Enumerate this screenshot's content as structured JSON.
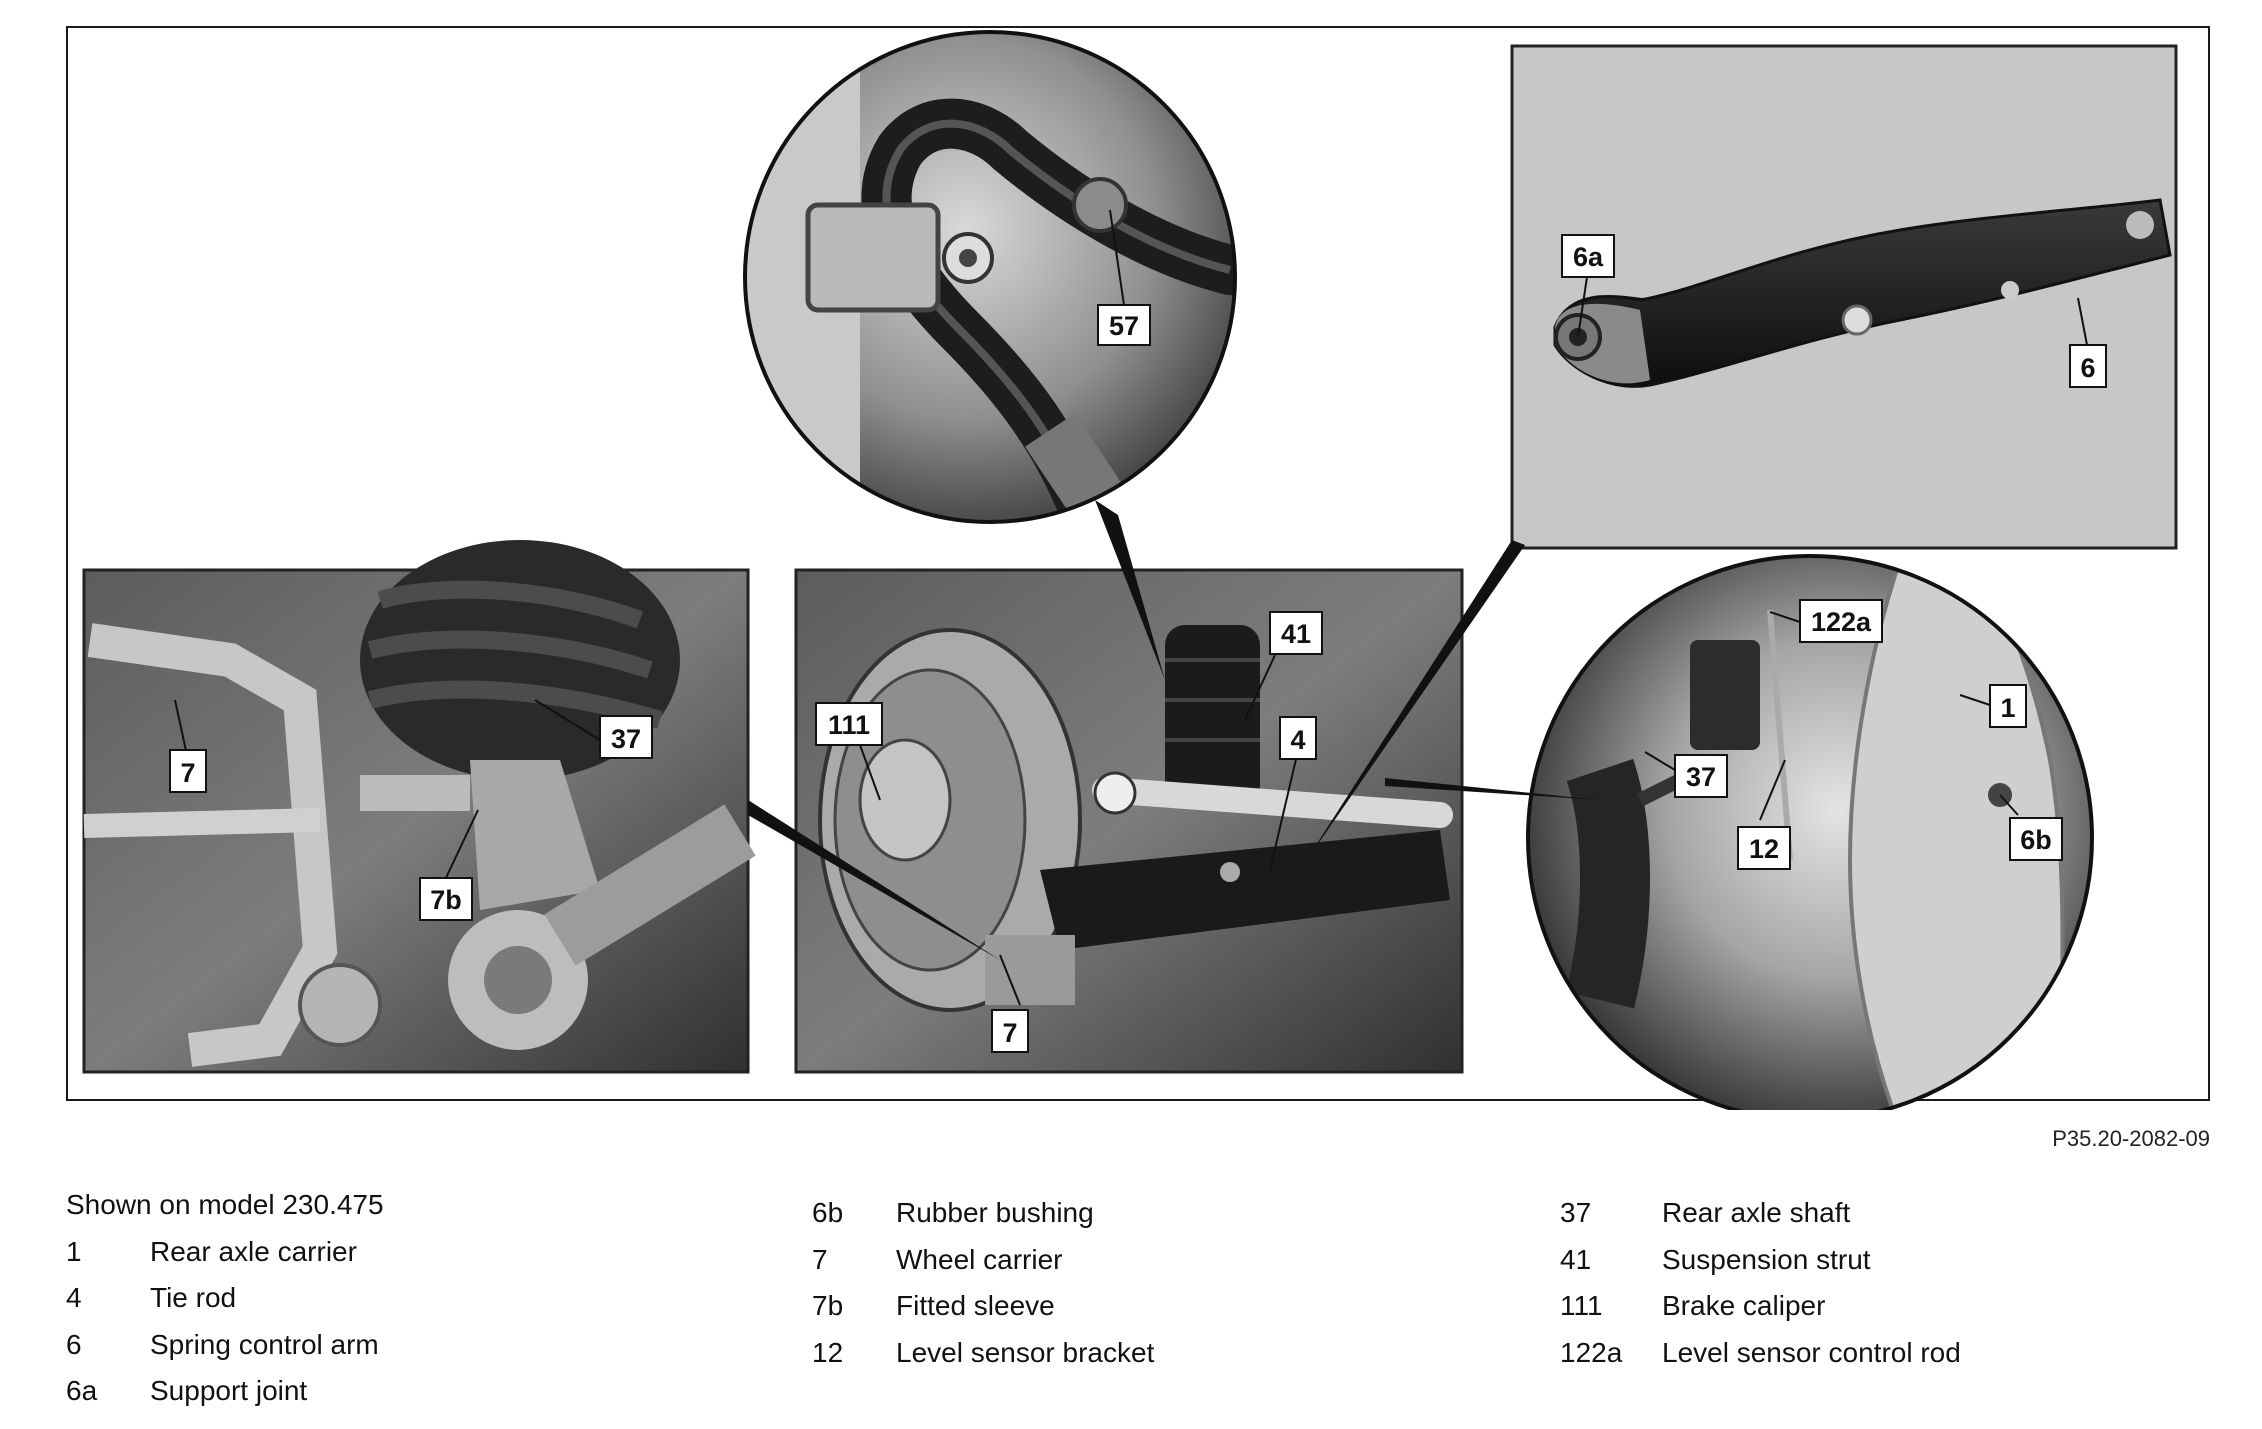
{
  "figure": {
    "reference_code": "P35.20-2082-09",
    "callouts": {
      "stabilizer_57": "57",
      "arm_6a": "6a",
      "arm_6": "6",
      "left_7": "7",
      "left_37": "37",
      "left_7b": "7b",
      "center_41": "41",
      "center_111": "111",
      "center_4": "4",
      "center_7": "7",
      "right_122a": "122a",
      "right_1": "1",
      "right_37": "37",
      "right_12": "12",
      "right_6b": "6b"
    }
  },
  "legend": {
    "heading": "Shown on model 230.475",
    "column1": [
      {
        "num": "1",
        "label": "Rear axle carrier"
      },
      {
        "num": "4",
        "label": "Tie rod"
      },
      {
        "num": "6",
        "label": "Spring control arm"
      },
      {
        "num": "6a",
        "label": "Support joint"
      }
    ],
    "column2": [
      {
        "num": "6b",
        "label": "Rubber bushing"
      },
      {
        "num": "7",
        "label": "Wheel carrier"
      },
      {
        "num": "7b",
        "label": "Fitted sleeve"
      },
      {
        "num": "12",
        "label": "Level sensor bracket"
      }
    ],
    "column3": [
      {
        "num": "37",
        "label": "Rear axle shaft"
      },
      {
        "num": "41",
        "label": "Suspension strut"
      },
      {
        "num": "111",
        "label": "Brake caliper"
      },
      {
        "num": "122a",
        "label": "Level sensor control rod"
      }
    ]
  }
}
